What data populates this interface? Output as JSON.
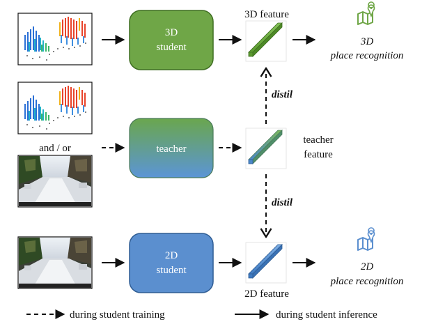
{
  "colors": {
    "student_3d": "#6fa647",
    "student_3d_border": "#3f6e22",
    "student_2d": "#5b8fcf",
    "student_2d_border": "#2f5d94",
    "teacher_top": "#6aa64e",
    "teacher_bottom": "#5b95d6",
    "place_icon_green": "#6fa647",
    "place_icon_blue": "#5b8fcf"
  },
  "icons": {
    "point_cloud": "point-cloud-image",
    "street_photo": "street-scene-photo",
    "map_pin": "map-location-icon",
    "feature_vector": "feature-vector-bar"
  },
  "rows": {
    "student_3d": {
      "line1": "3D",
      "line2": "student",
      "feature_label": "3D feature",
      "output_line1": "3D",
      "output_line2": "place recognition"
    },
    "teacher": {
      "label": "teacher",
      "input_connector": "and / or",
      "feature_line1": "teacher",
      "feature_line2": "feature"
    },
    "student_2d": {
      "line1": "2D",
      "line2": "student",
      "feature_label": "2D feature",
      "output_line1": "2D",
      "output_line2": "place recognition"
    }
  },
  "distill": {
    "upper": "distil",
    "lower": "distil"
  },
  "legend": {
    "dashed": "during student training",
    "solid": "during student inference"
  }
}
